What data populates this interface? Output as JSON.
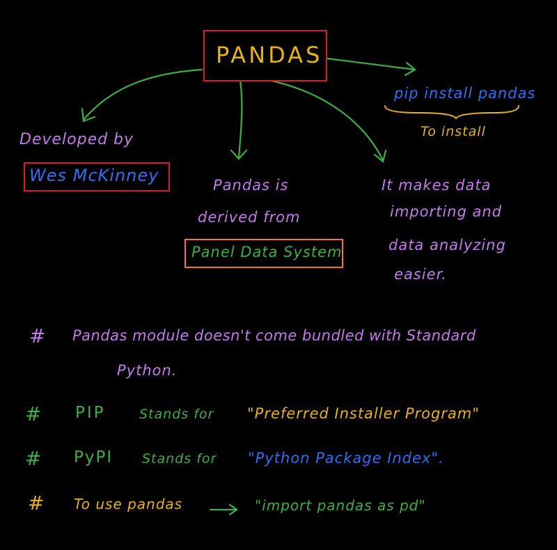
{
  "title": "PANDAS",
  "pip_command": "pip install pandas",
  "pip_caption": "To install",
  "developer_label": "Developed by",
  "developer_name": "Wes McKinney",
  "derived_line1": "Pandas is",
  "derived_line2": "derived from",
  "derived_source": "Panel Data System",
  "purpose_lines": [
    "It makes data",
    "importing and",
    "data analyzing",
    "easier."
  ],
  "notes": [
    {
      "bullet": "#",
      "text": "Pandas module doesn't come bundled with Standard",
      "cont": "Python."
    },
    {
      "bullet": "#",
      "term": "PIP",
      "mid": "Stands for",
      "quote": "\"Preferred Installer Program\""
    },
    {
      "bullet": "#",
      "term": "PyPI",
      "mid": "Stands for",
      "quote": "\"Python Package Index\"."
    },
    {
      "bullet": "#",
      "term": "To use pandas",
      "arrow": "→",
      "quote": "\"import pandas as pd\""
    }
  ],
  "colors": {
    "yellow": "#e8b21c",
    "red": "#d41f1f",
    "green": "#3cb043",
    "blue": "#2f6ff0",
    "purple": "#c27be8",
    "orange": "#f07c1e"
  }
}
